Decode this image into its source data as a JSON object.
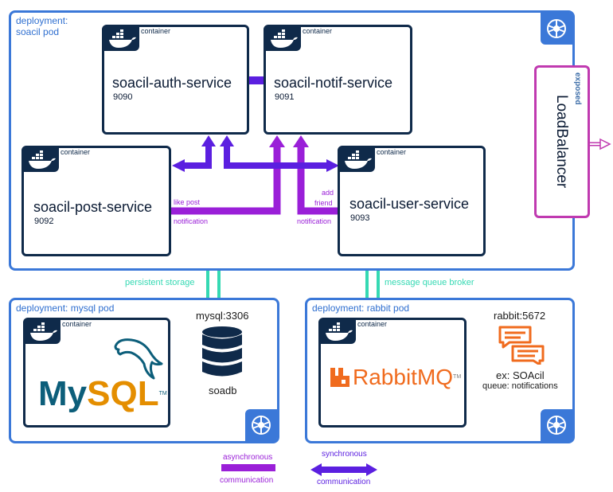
{
  "colors": {
    "pod_border": "#3b78d8",
    "container_border": "#0f2a4a",
    "async": "#9a1fd8",
    "sync": "#5b1fe0",
    "storage": "#35d9b3",
    "loadbalancer": "#c03ab0"
  },
  "soacil_pod": {
    "label": "deployment:\nsoacil pod",
    "label_line1": "deployment:",
    "label_line2": "soacil pod",
    "icon": "kubernetes-icon"
  },
  "container_tag": "container",
  "services": {
    "auth": {
      "name": "soacil-auth-service",
      "port": "9090"
    },
    "notif": {
      "name": "soacil-notif-service",
      "port": "9091"
    },
    "post": {
      "name": "soacil-post-service",
      "port": "9092"
    },
    "user": {
      "name": "soacil-user-service",
      "port": "9093"
    }
  },
  "arrow_labels": {
    "like_post": "like post",
    "notification_left": "notification",
    "add": "add",
    "friend": "friend",
    "notification_right": "notification"
  },
  "loadbalancer": {
    "exposed": "exposed",
    "name": "LoadBalancer"
  },
  "links": {
    "persistent_storage": "persistent storage",
    "message_queue_broker": "message queue broker"
  },
  "mysql_pod": {
    "label": "deployment: mysql pod",
    "db_port": "mysql:3306",
    "db_name": "soadb",
    "logo_text_my": "My",
    "logo_text_sql": "SQL",
    "logo_tm": "TM",
    "icon": "kubernetes-icon"
  },
  "rabbit_pod": {
    "label": "deployment: rabbit pod",
    "port": "rabbit:5672",
    "exchange": "ex: SOAcil",
    "queue": "queue: notifications",
    "logo_text": "RabbitMQ",
    "logo_tm": "TM",
    "icon": "kubernetes-icon"
  },
  "legend": {
    "async_line1": "asynchronous",
    "async_line2": "communication",
    "sync_line1": "synchronous",
    "sync_line2": "communication"
  }
}
